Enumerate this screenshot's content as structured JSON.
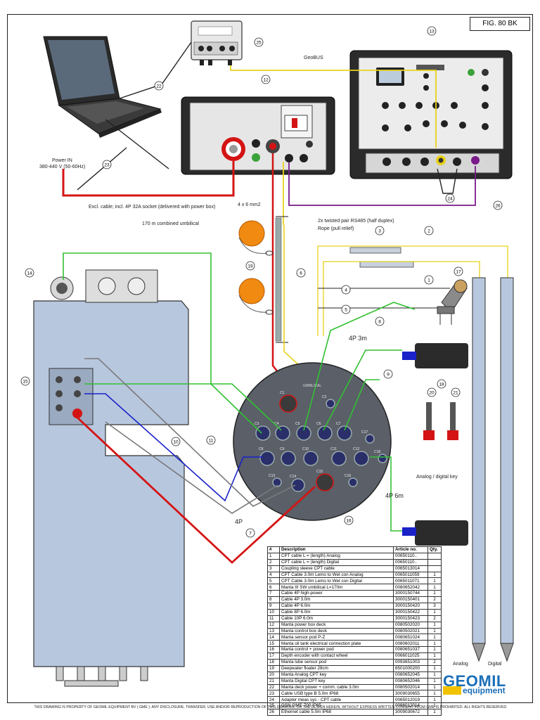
{
  "figure": {
    "label": "FIG. 80 BK"
  },
  "labels": {
    "geobus": "GeoBUS",
    "power_in_line1": "Power IN",
    "power_in_line2": "380-440 V (50-60Hz)",
    "excl_cable": "Excl. cable; incl. 4P 32A socket (delivered with power box)",
    "wires_4x6": "4 x 6 mm2",
    "umbilical": "170 m combined umbilical",
    "twisted_pair": "2x twisted pair RS485 (half duplex)",
    "rope": "Rope (pull relief)",
    "four_p_3m": "4P  3m",
    "four_p_6m": "4P  6m",
    "four_p": "4P",
    "analog_digital_key": "Analog / digital key",
    "analog": "Analog",
    "digital": "Digital",
    "umbilical_plate": "UMBILICAL",
    "connectors": [
      "C1",
      "C2",
      "C3",
      "C4",
      "C5",
      "C6",
      "C7",
      "C8",
      "C9",
      "C10",
      "C11",
      "C12",
      "C13",
      "C14",
      "C15",
      "C16",
      "C17",
      "C18"
    ]
  },
  "callouts": [
    "1",
    "2",
    "3",
    "4",
    "5",
    "6",
    "7",
    "8",
    "9",
    "10",
    "11",
    "12",
    "13",
    "14",
    "15",
    "16",
    "17",
    "18",
    "19",
    "20",
    "21",
    "22",
    "23",
    "24",
    "25",
    "26"
  ],
  "table": {
    "headers": [
      "#",
      "Description",
      "Article no.",
      "Qty."
    ],
    "rows": [
      [
        "1",
        "CPT cable L = (length) Analog",
        "00650110..",
        ""
      ],
      [
        "2",
        "CPT cable L = (length) Digital",
        "00650110..",
        ""
      ],
      [
        "3",
        "Coupling sleeve CPT cable",
        "0065013014",
        ""
      ],
      [
        "4",
        "CPT Cable 3.0m Lemo to Wet con Analog",
        "0065011059",
        "1"
      ],
      [
        "5",
        "CPT Cable 3.0m Lemo to Wet con Digital",
        "0065011071",
        "1"
      ],
      [
        "6",
        "Manta III SW umbilical L=170m",
        "0080652042",
        "1"
      ],
      [
        "7",
        "Cable 4P high-power",
        "3000150744",
        "1"
      ],
      [
        "8",
        "Cable 4P 3.0m",
        "3000150401",
        "2"
      ],
      [
        "9",
        "Cable 4P 6.0m",
        "3000150420",
        "3"
      ],
      [
        "10",
        "Cable 8P 6.0m",
        "3000150422",
        "1"
      ],
      [
        "11",
        "Cable 10P 6.0m",
        "3000150423",
        "2"
      ],
      [
        "12",
        "Manta power box deck",
        "0080502020",
        "1"
      ],
      [
        "13",
        "Manta control box deck",
        "0080502021",
        "1"
      ],
      [
        "14",
        "Manta sensor pod P-Z",
        "0080651024",
        "1"
      ],
      [
        "15",
        "Manta oil tank electrical connection plate",
        "0080602011",
        "1"
      ],
      [
        "16",
        "Manta control + power pod",
        "0080651037",
        "1"
      ],
      [
        "17",
        "Depth encoder with contact wheel",
        "0066011025",
        "1"
      ],
      [
        "18",
        "Manta lube sensor pod",
        "0093651003",
        "2"
      ],
      [
        "19",
        "Deepwater floater 28cm",
        "6501000200",
        "1"
      ],
      [
        "20",
        "Manta Analog CPT key",
        "0080652045",
        "1"
      ],
      [
        "21",
        "Manta Digital CPT key",
        "0080652046",
        "1"
      ],
      [
        "22",
        "Manta deck power + comm. cable 3.0m",
        "0080502014",
        "1"
      ],
      [
        "23",
        "Cable USB type B 5.0m IP68",
        "3009030655",
        "1"
      ],
      [
        "24",
        "Adapter meas sys - CPT cable",
        "0065012019",
        "1"
      ],
      [
        "25",
        "GSN GME-700 IP65",
        "0086012014",
        "1"
      ],
      [
        "26",
        "Ethernet cable 5.0m IP68",
        "3009030672",
        "1"
      ]
    ]
  },
  "logo": {
    "brand": "GEOMIL",
    "sub": "equipment"
  },
  "footer": "THIS DRAWING IS PROPERTY OF GEOMIL EQUIPMENT BV ( GME ). ANY DISCLOSURE, TRANSFER, USE AND/OR REPRODUCTION OF THIS DRAWING, OR THE DESIGN HEREIN, WITHOUT EXPRESS WRITTEN CONSENT FROM GME IS PROHIBITED. ALL RIGHTS RESERVED.",
  "colors": {
    "power": "#d41414",
    "data": "#e8d21a",
    "ethernet": "#7a1a8a",
    "analog": "#33c033",
    "digital": "#1a22c8",
    "grey_cable": "#7a7a7a",
    "frame_blue": "#b7c7de",
    "float": "#f08a10"
  }
}
